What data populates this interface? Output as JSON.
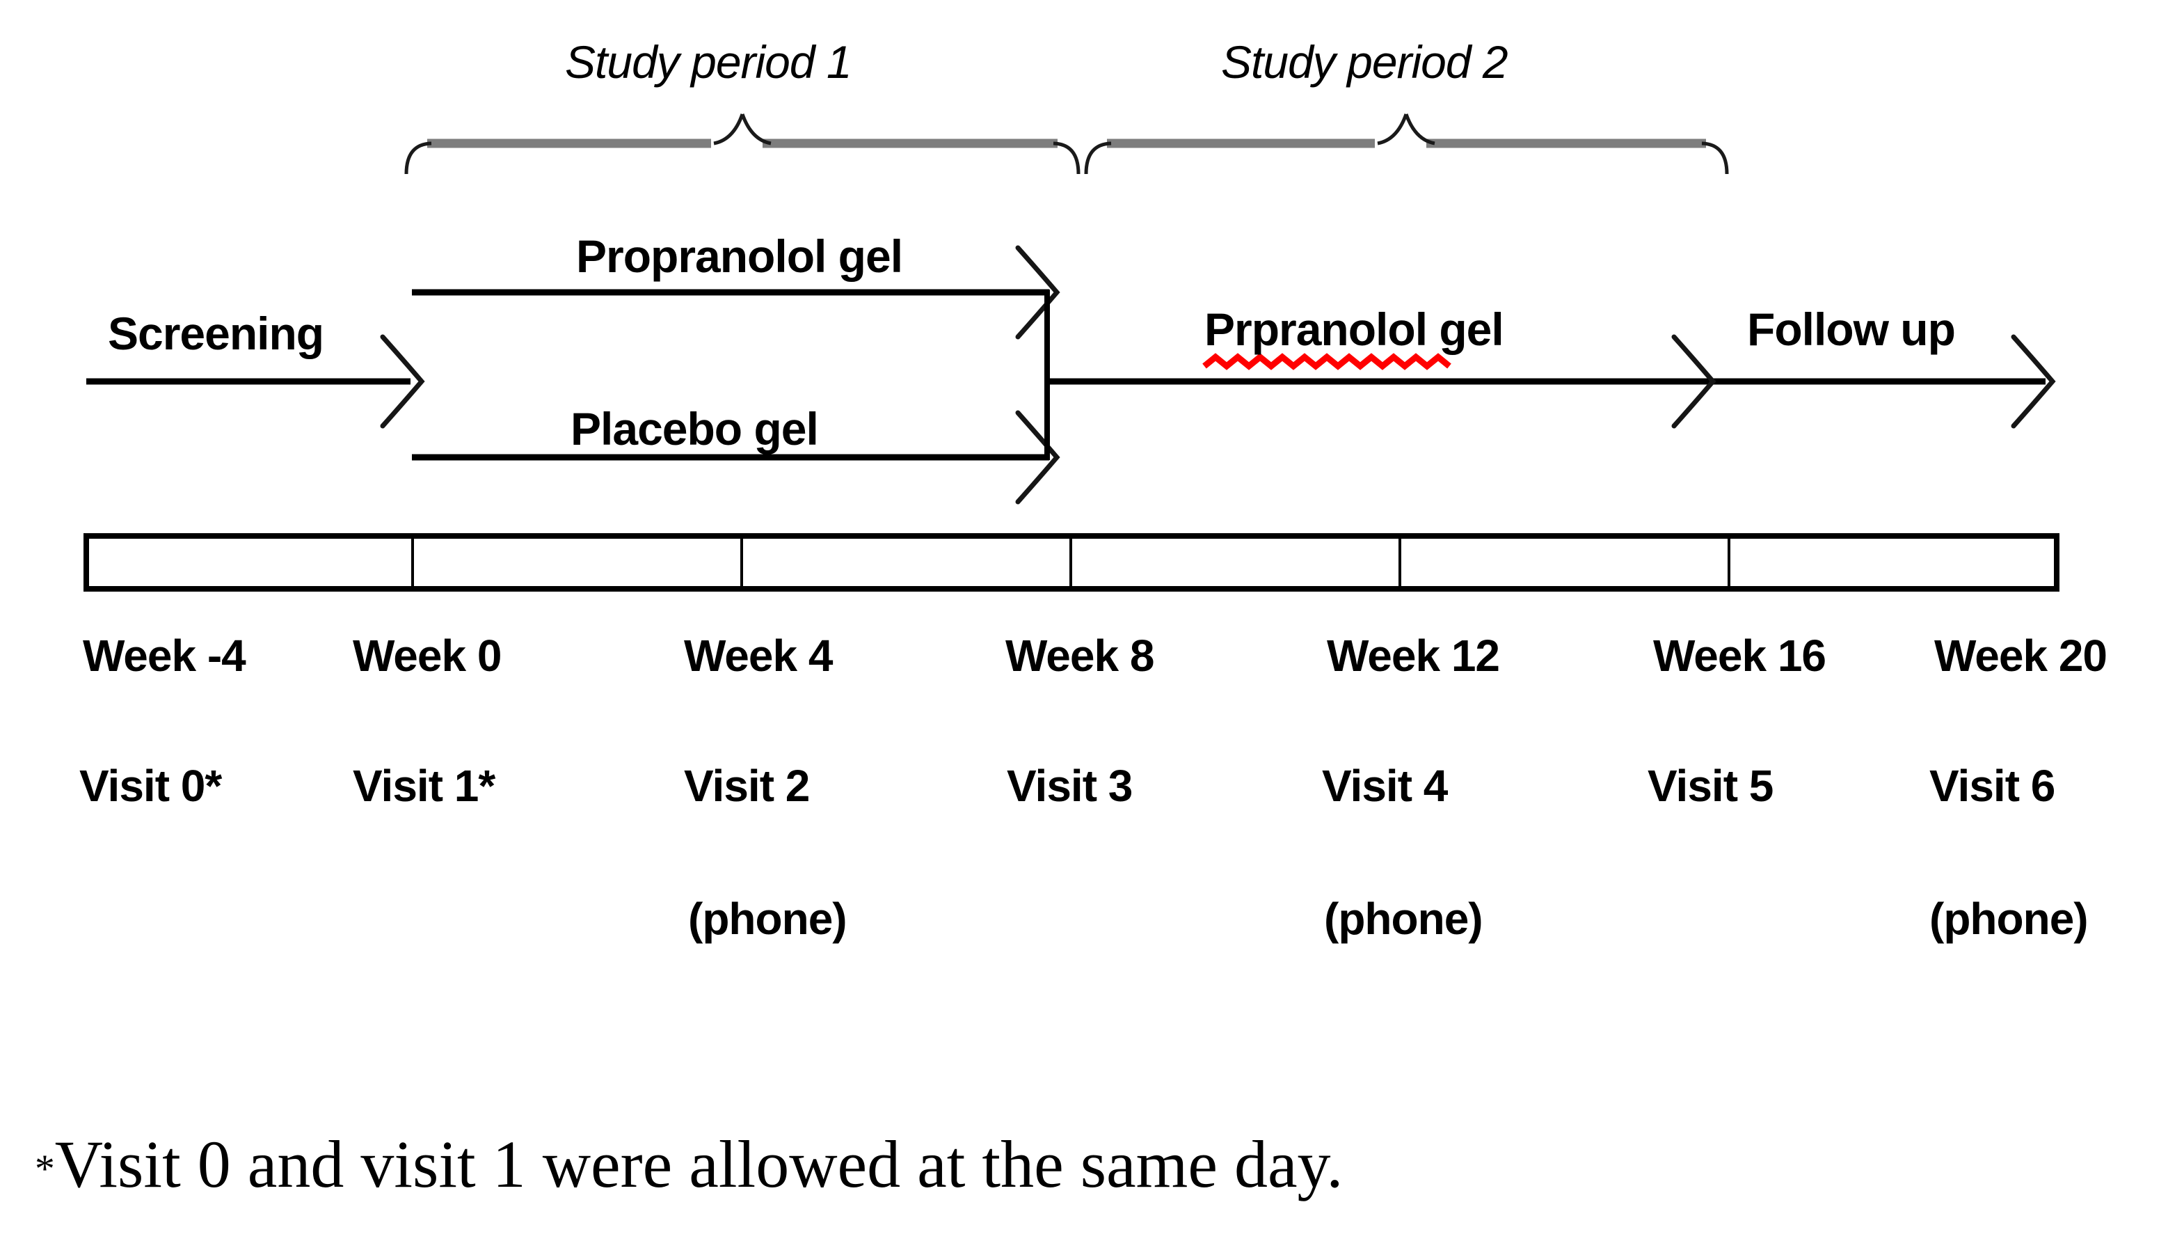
{
  "periods": [
    {
      "label": "Study period 1"
    },
    {
      "label": "Study period 2"
    }
  ],
  "flow": {
    "screening": "Screening",
    "arm1": "Propranolol gel",
    "arm2": "Placebo gel",
    "period2_treatment": "Prpranolol gel",
    "followup": "Follow up"
  },
  "timeline": {
    "columns": [
      {
        "week": "Week -4",
        "visit": "Visit 0*",
        "phone": ""
      },
      {
        "week": "Week 0",
        "visit": "Visit 1*",
        "phone": ""
      },
      {
        "week": "Week 4",
        "visit": "Visit 2",
        "phone": "(phone)"
      },
      {
        "week": "Week 8",
        "visit": "Visit 3",
        "phone": ""
      },
      {
        "week": "Week 12",
        "visit": "Visit 4",
        "phone": "(phone)"
      },
      {
        "week": "Week 16",
        "visit": "Visit 5",
        "phone": ""
      },
      {
        "week": "Week 20",
        "visit": "Visit 6",
        "phone": "(phone)"
      }
    ]
  },
  "footnote": {
    "marker": "*",
    "text": "Visit 0 and visit 1 were allowed at the same day."
  },
  "colors": {
    "background": "#ffffff",
    "text": "#000000",
    "line": "#000000",
    "brace": "#7d7d7d",
    "spellcheck_underline": "#ff0000"
  }
}
